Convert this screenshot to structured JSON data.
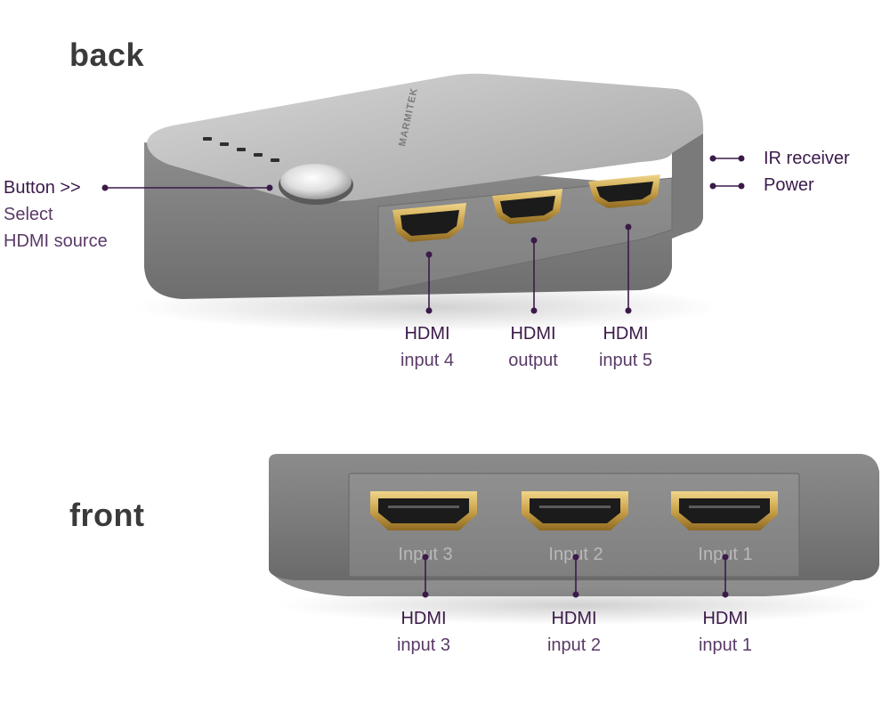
{
  "headings": {
    "back": "back",
    "front": "front"
  },
  "device": {
    "brand": "MARMITEK"
  },
  "back_callouts": {
    "button": {
      "line1": "Button >>",
      "line2": "Select",
      "line3": "HDMI source"
    },
    "ir": "IR receiver",
    "power": "Power",
    "hdmi_in4": {
      "line1": "HDMI",
      "line2": "input 4"
    },
    "hdmi_out": {
      "line1": "HDMI",
      "line2": "output"
    },
    "hdmi_in5": {
      "line1": "HDMI",
      "line2": "input 5"
    }
  },
  "front_port_labels": {
    "p3": "Input 3",
    "p2": "Input 2",
    "p1": "Input 1"
  },
  "front_callouts": {
    "hdmi_in3": {
      "line1": "HDMI",
      "line2": "input 3"
    },
    "hdmi_in2": {
      "line1": "HDMI",
      "line2": "input 2"
    },
    "hdmi_in1": {
      "line1": "HDMI",
      "line2": "input 1"
    }
  },
  "colors": {
    "leader": "#3b1a4a",
    "device_body": "#8a8a8a",
    "port_gold": "#c9a24a"
  }
}
